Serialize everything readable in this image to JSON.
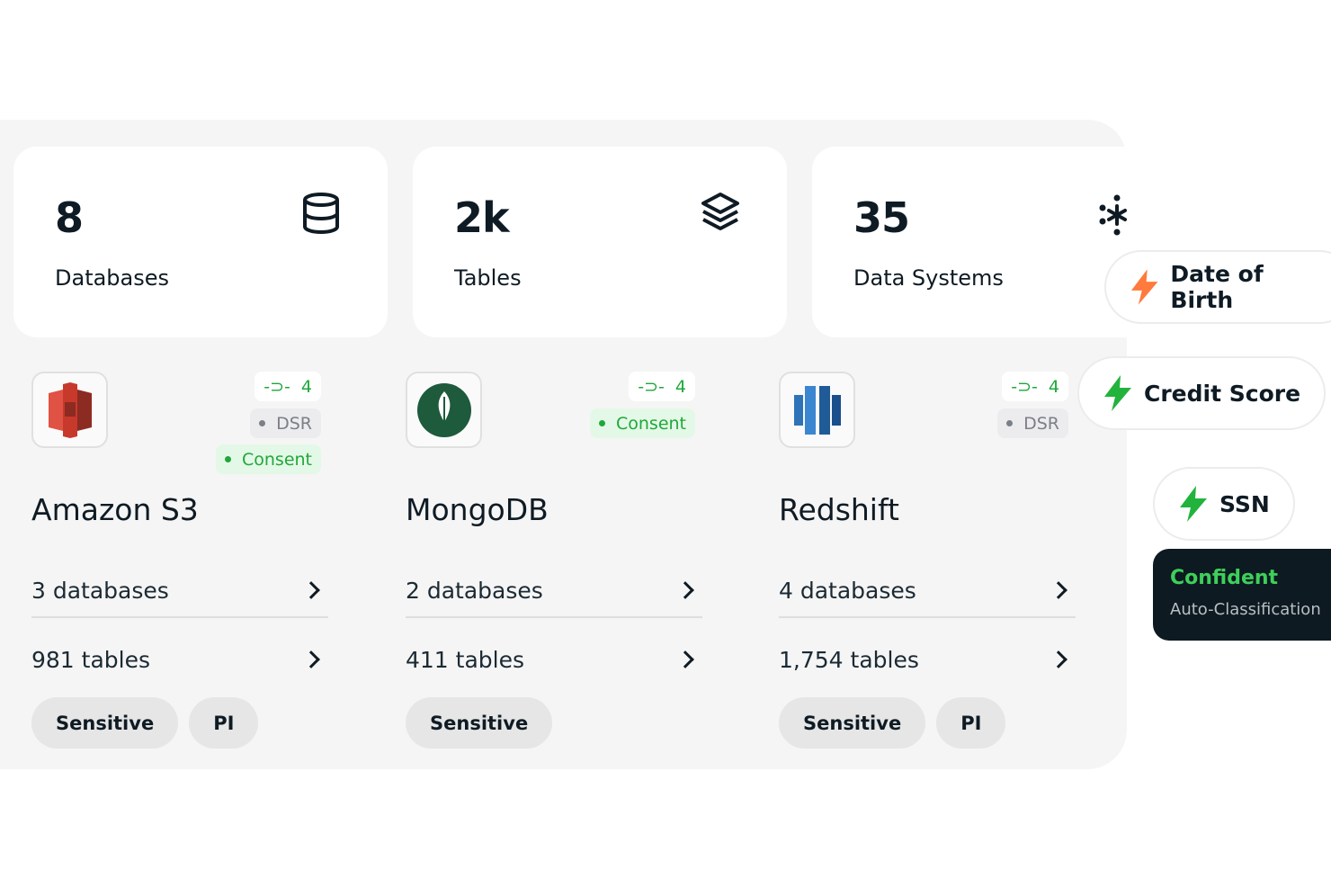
{
  "stats": [
    {
      "value": "8",
      "label": "Databases",
      "icon": "database-icon"
    },
    {
      "value": "2k",
      "label": "Tables",
      "icon": "layers-icon"
    },
    {
      "value": "35",
      "label": "Data Systems",
      "icon": "asterisk-nodes-icon"
    }
  ],
  "systems": [
    {
      "name": "Amazon S3",
      "count": "4",
      "badges": [
        "DSR",
        "Consent"
      ],
      "databases": "3 databases",
      "tables": "981 tables",
      "tags": [
        "Sensitive",
        "PI"
      ]
    },
    {
      "name": "MongoDB",
      "count": "4",
      "badges": [
        "Consent"
      ],
      "databases": "2 databases",
      "tables": "411 tables",
      "tags": [
        "Sensitive"
      ]
    },
    {
      "name": "Redshift",
      "count": "4",
      "badges": [
        "DSR"
      ],
      "databases": "4 databases",
      "tables": "1,754 tables",
      "tags": [
        "Sensitive",
        "PI"
      ]
    }
  ],
  "classifications": [
    {
      "label": "Date of Birth",
      "color": "#ff7a3d"
    },
    {
      "label": "Credit Score",
      "color": "#22b33c"
    },
    {
      "label": "SSN",
      "color": "#22b33c"
    }
  ],
  "confidence": {
    "title": "Confident",
    "subtitle": "Auto-Classification"
  },
  "colors": {
    "accent_green": "#1fa83a",
    "panel": "#f5f5f5",
    "dark": "#0d1a21"
  }
}
